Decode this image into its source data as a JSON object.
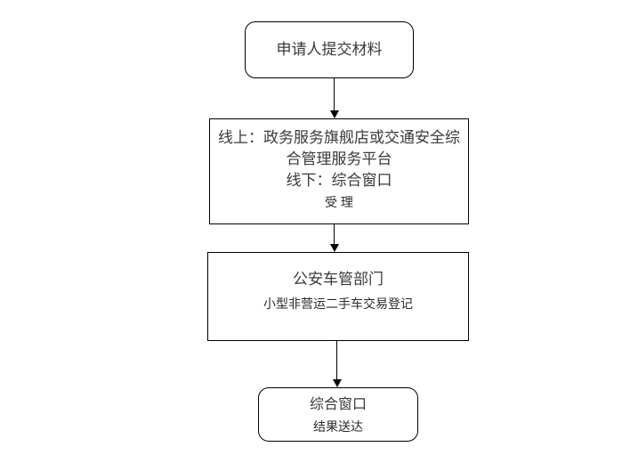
{
  "diagram": {
    "type": "flowchart",
    "orientation": "vertical",
    "background_color": "#ffffff",
    "border_color": "#000000",
    "text_color": "#3a3a3a",
    "nodes": [
      {
        "id": "submit",
        "shape": "rounded-rectangle",
        "lines": [
          "申请人提交材料"
        ]
      },
      {
        "id": "accept",
        "shape": "rectangle",
        "lines": [
          "线上：政务服务旗舰店或交通安全综",
          "合管理服务平台",
          "线下：综合窗口",
          "受 理"
        ]
      },
      {
        "id": "dept",
        "shape": "rectangle",
        "lines": [
          "公安车管部门",
          "小型非营运二手车交易登记"
        ]
      },
      {
        "id": "deliver",
        "shape": "rounded-rectangle",
        "lines": [
          "综合窗口",
          "结果送达"
        ]
      }
    ],
    "connectors": [
      {
        "id": "c1",
        "from": "submit",
        "to": "accept",
        "arrow": "down-arrow"
      },
      {
        "id": "c2",
        "from": "accept",
        "to": "dept",
        "arrow": "down-arrow"
      },
      {
        "id": "c3",
        "from": "dept",
        "to": "deliver",
        "arrow": "down-arrow"
      }
    ]
  }
}
